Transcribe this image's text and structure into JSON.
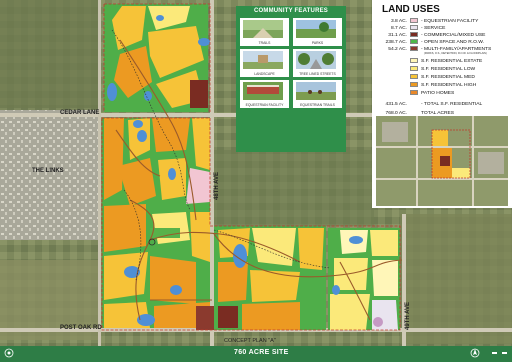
{
  "roads": {
    "cedar_lane": "CEDAR LANE",
    "the_links": "THE LINKS",
    "post_oak_rd": "POST OAK RD",
    "fourty_eighth_ave": "48TH AVE",
    "fourty_ninth_ave": "49TH AVE"
  },
  "community_features": {
    "title": "COMMUNITY FEATURES",
    "items": [
      {
        "caption": "TRAILS"
      },
      {
        "caption": "PARKS"
      },
      {
        "caption": "LANDSCAPE"
      },
      {
        "caption": "TREE LINED STREETS"
      },
      {
        "caption": "EQUESTRIAN FACILITY"
      },
      {
        "caption": "EQUESTRIAN TRAILS"
      }
    ]
  },
  "land_uses": {
    "title": "LAND USES",
    "rows": [
      {
        "acres": "3.8 AC.",
        "label": "- EQUESTRIAN FACILITY",
        "color": "#f2c6d2"
      },
      {
        "acres": "8.7 AC.",
        "label": "- SERVICE",
        "color": "#e9e4ef"
      },
      {
        "acres": "31.1 AC.",
        "label": "- COMMERCIAL/MIXED USE",
        "color": "#7a2c22"
      },
      {
        "acres": "238.7 AC.",
        "label": "- OPEN SPACE AND R.O.W.",
        "color": "#4db84a"
      },
      {
        "acres": "54.2 AC.",
        "label": "- MULTI-FAMILY/APARTMENTS",
        "color": "#8b3a2e"
      },
      {
        "acres": "",
        "label": "S.F. RESIDENTIAL ESTATE",
        "color": "#fff6b8"
      },
      {
        "acres": "",
        "label": "S.F. RESIDENTIAL LOW",
        "color": "#fbe97a"
      },
      {
        "acres": "",
        "label": "S.F. RESIDENTIAL MED",
        "color": "#f6c338"
      },
      {
        "acres": "",
        "label": "S.F. RESIDENTIAL  HIGH",
        "color": "#ec9a22"
      },
      {
        "acres": "",
        "label": "PATIO HOMES",
        "color": "#e8882a"
      },
      {
        "acres": "431.5 AC.",
        "label": "- TOTAL S.F. RESIDENTIAL",
        "color": ""
      },
      {
        "acres": "768.0 AC.",
        "label": "TOTAL ACRES",
        "color": ""
      }
    ],
    "open_space_note": "(PARKS, O.S., DETENTION, R.O.W. & FLOODPLAIN)"
  },
  "footer": {
    "plan": "CONCEPT PLAN \"A\"",
    "site": "760 ACRE SITE"
  },
  "colors": {
    "aerial": "#7f8a5e",
    "boundary": "#c0392b",
    "water": "#4f8fd6",
    "open_space": "#57b24a",
    "banner": "#2e7d46"
  }
}
